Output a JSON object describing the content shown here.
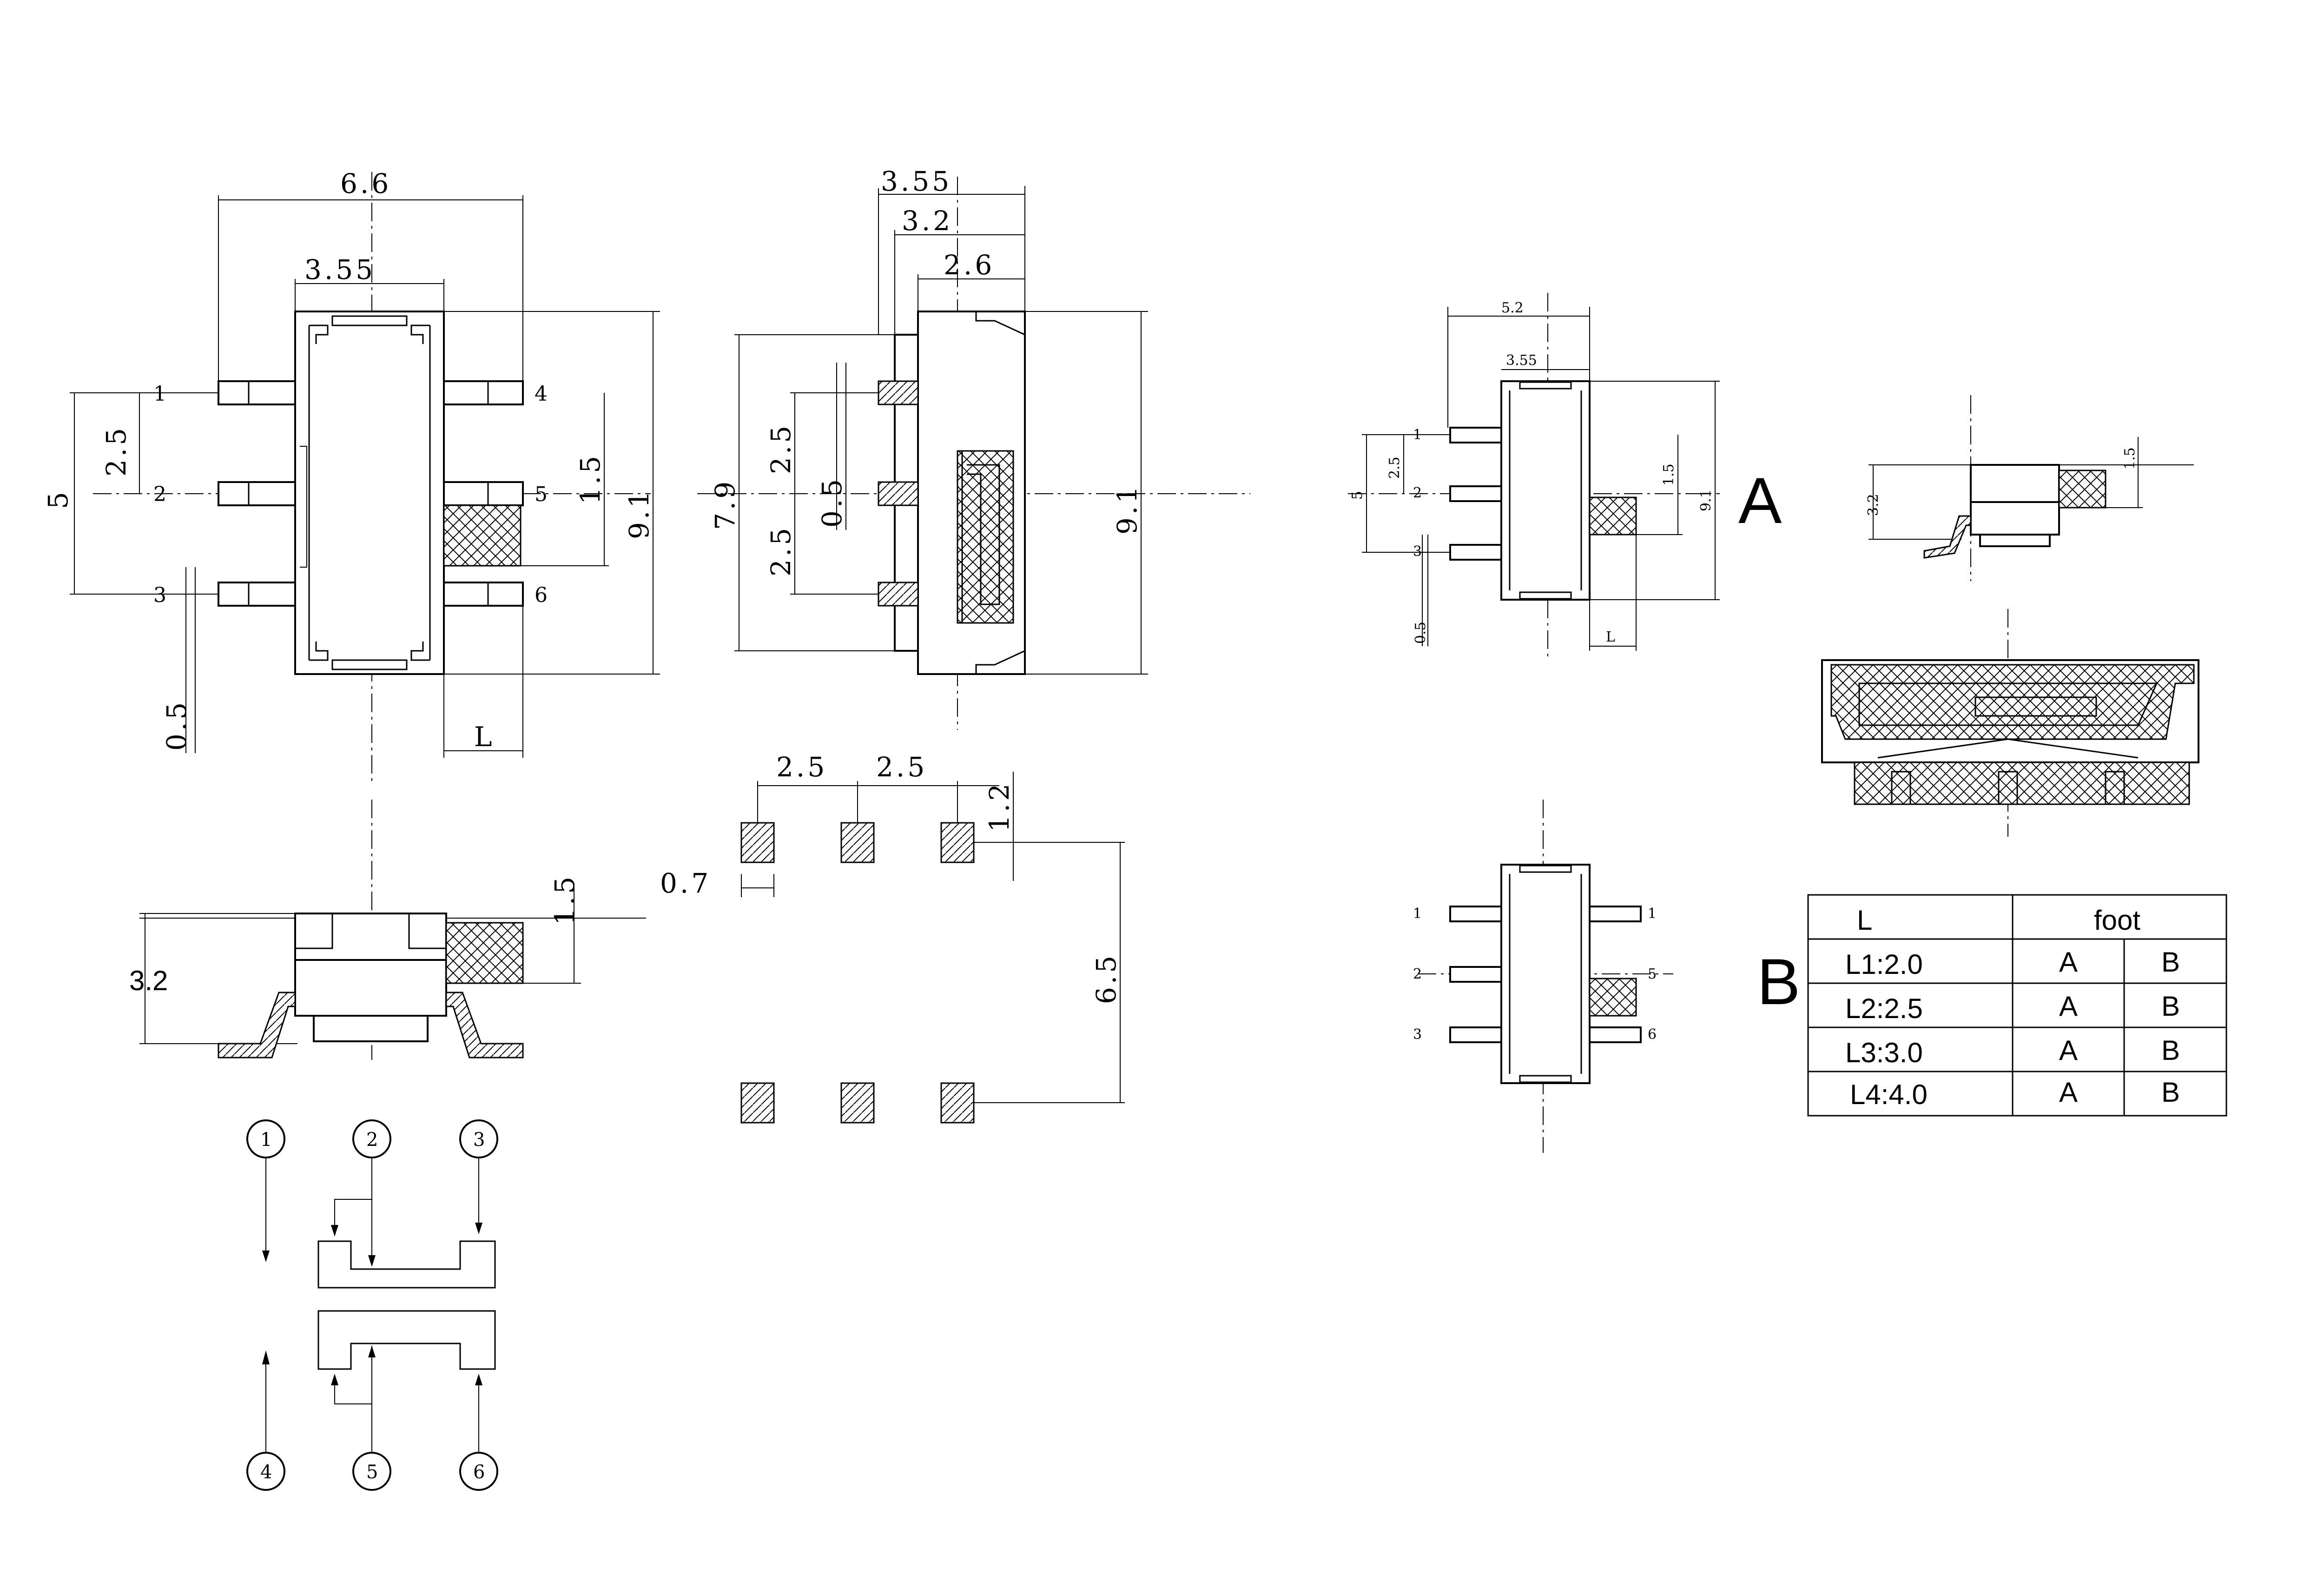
{
  "front_view": {
    "width": "6.6",
    "body_width": "3.55",
    "pitch": "2.5",
    "span": "5",
    "lead_width": "0.5",
    "lead_length": "L",
    "slider_width": "1.5",
    "height": "9.1",
    "pins": [
      "1",
      "2",
      "3",
      "4",
      "5",
      "6"
    ]
  },
  "side_view": {
    "depth_total": "3.55",
    "depth_body": "3.2",
    "depth_base": "2.6",
    "height_outer": "7.9",
    "height_total": "9.1",
    "pitch_top": "2.5",
    "pitch_bottom": "2.5",
    "lead_width": "0.5"
  },
  "profile_view": {
    "height": "3.2",
    "slider": "1.5"
  },
  "pad_layout": {
    "pitch_a": "2.5",
    "pitch_b": "2.5",
    "pad_length": "1.2",
    "pad_width": "0.7",
    "row_spacing": "6.5"
  },
  "circuit": {
    "top_pins": [
      "1",
      "2",
      "3"
    ],
    "bottom_pins": [
      "4",
      "5",
      "6"
    ]
  },
  "variant_a": {
    "label": "A",
    "width": "5.2",
    "body_width": "3.55",
    "pitch": "2.5",
    "span": "5",
    "lead_width": "0.5",
    "slider": "1.5",
    "height": "9.1",
    "lead_length": "L",
    "profile_height": "3.2",
    "profile_slider": "1.5",
    "pins": [
      "1",
      "2",
      "3"
    ]
  },
  "variant_b": {
    "label": "B",
    "pins_left": [
      "1",
      "2",
      "3"
    ],
    "pins_right": [
      "1",
      "5",
      "6"
    ]
  },
  "table": {
    "header_l": "L",
    "header_foot": "foot",
    "rows": [
      {
        "l": "L1:2.0",
        "a": "A",
        "b": "B"
      },
      {
        "l": "L2:2.5",
        "a": "A",
        "b": "B"
      },
      {
        "l": "L3:3.0",
        "a": "A",
        "b": "B"
      },
      {
        "l": "L4:4.0",
        "a": "A",
        "b": "B"
      }
    ]
  }
}
